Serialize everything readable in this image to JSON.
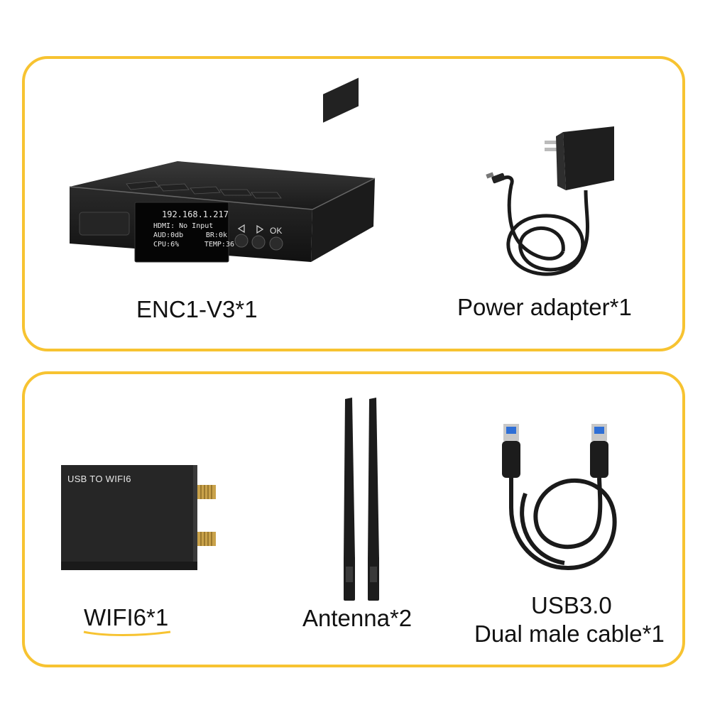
{
  "items": {
    "encoder": {
      "label": "ENC1-V3*1",
      "screen_lines": [
        "192.168.1.217",
        "HDMI: No Input",
        "AUD:0db",
        "BR:0k",
        "CPU:6%",
        "TEMP:36"
      ],
      "button_ok": "OK"
    },
    "power_adapter": {
      "label": "Power adapter*1"
    },
    "wifi": {
      "label": "WIFI6*1",
      "case_text": "USB TO WIFI6"
    },
    "antenna": {
      "label": "Antenna*2"
    },
    "usb_cable": {
      "label_line1": "USB3.0",
      "label_line2": "Dual male cable*1"
    }
  },
  "colors": {
    "border": "#f7c331",
    "device": "#1f1f1f",
    "gold": "#c9a24a",
    "usb_blue": "#2f6fd6"
  }
}
